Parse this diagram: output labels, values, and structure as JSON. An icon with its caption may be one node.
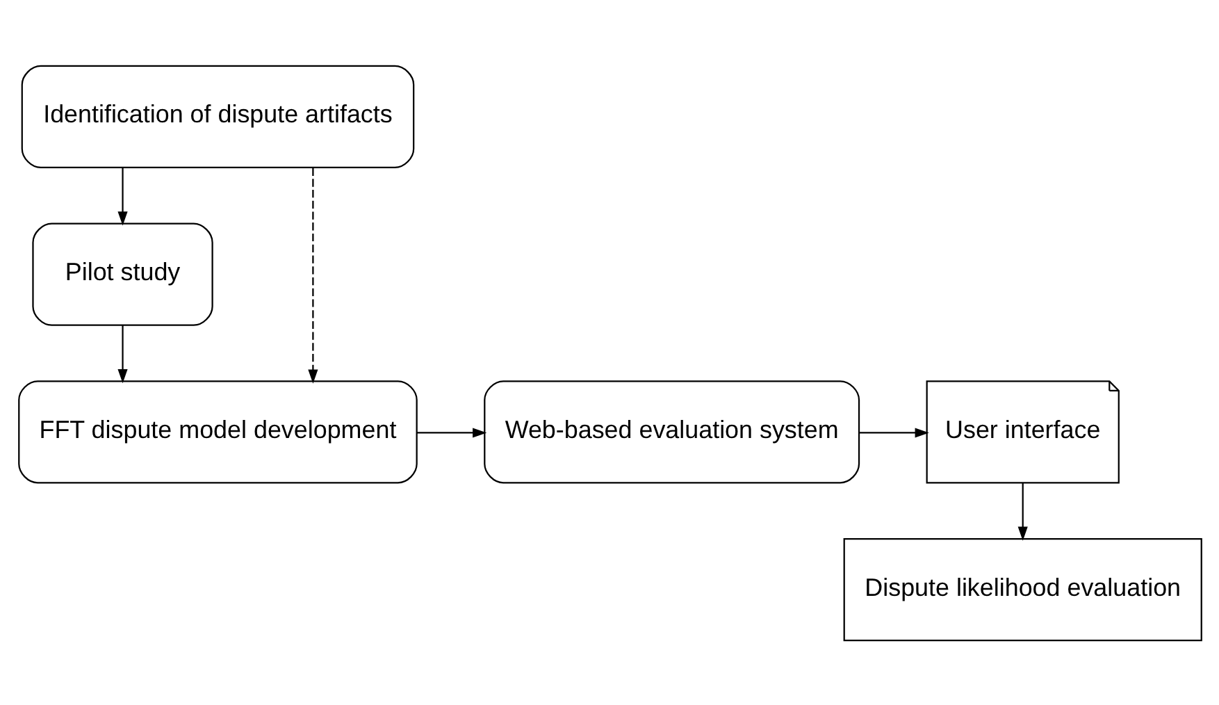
{
  "diagram": {
    "nodes": [
      {
        "text": [
          "Identification of dispute artifacts"
        ]
      },
      {
        "text": [
          "Pilot study"
        ]
      },
      {
        "text": [
          "FFT dispute model development"
        ]
      },
      {
        "text": [
          "Web-based evaluation system"
        ]
      },
      {
        "text": [
          "User interface"
        ]
      },
      {
        "text": [
          "Dispute likelihood evaluation"
        ]
      }
    ],
    "edges": [
      {
        "from": 0,
        "to": 1,
        "arrow": "to"
      },
      {
        "from": 0,
        "to": 2,
        "arrow": "to",
        "style": "dashed"
      },
      {
        "from": 1,
        "to": 2,
        "arrow": "to"
      },
      {
        "from": 2,
        "to": 3,
        "arrow": "to"
      },
      {
        "from": 3,
        "to": 4,
        "arrow": "to"
      },
      {
        "from": 4,
        "to": 5,
        "arrow": "to"
      }
    ]
  }
}
